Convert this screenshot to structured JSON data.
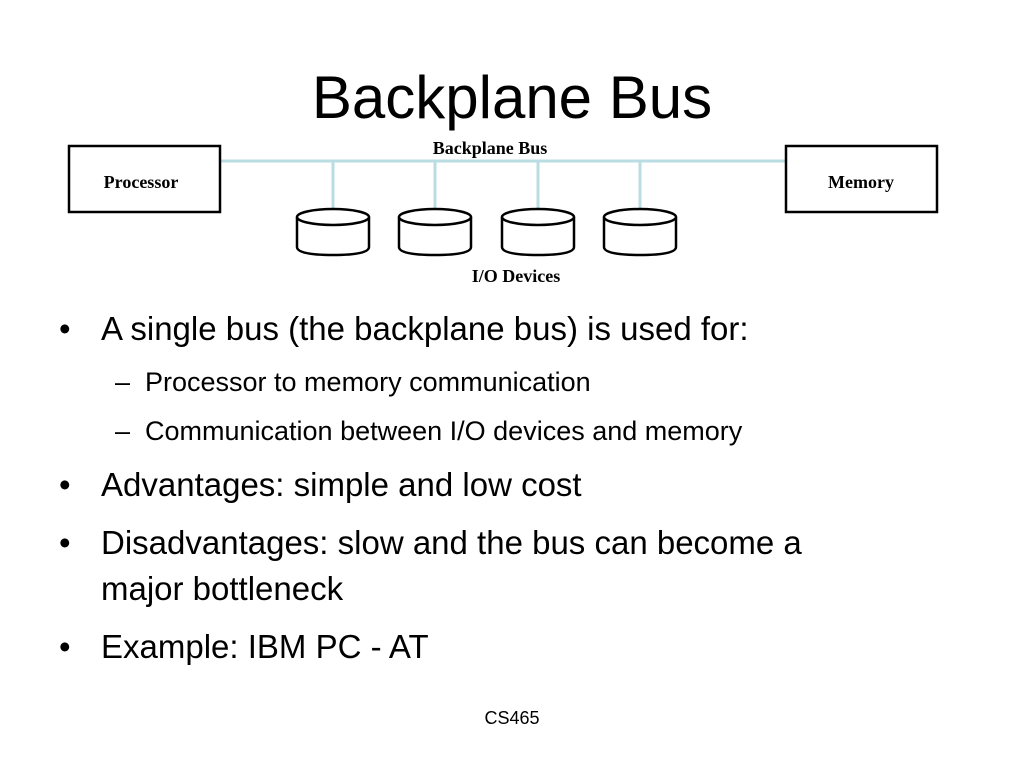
{
  "slide": {
    "title": "Backplane Bus",
    "footer": "CS465"
  },
  "diagram": {
    "bus_label": "Backplane Bus",
    "left_box": "Processor",
    "right_box": "Memory",
    "devices_label": "I/O Devices",
    "device_count": 4,
    "colors": {
      "bus_line": "#b9dde2",
      "box_border": "#000000"
    }
  },
  "bullets": [
    {
      "mark": "•",
      "text": "A single bus (the backplane bus) is used for:",
      "subitems": [
        {
          "mark": "–",
          "text": "Processor to memory communication"
        },
        {
          "mark": "–",
          "text": "Communication between I/O devices and memory"
        }
      ]
    },
    {
      "mark": "•",
      "text": "Advantages: simple and low cost"
    },
    {
      "mark": "•",
      "text_line1": "Disadvantages: slow and the bus can become a",
      "text_line2": "major bottleneck"
    },
    {
      "mark": "•",
      "text": "Example: IBM PC - AT"
    }
  ]
}
